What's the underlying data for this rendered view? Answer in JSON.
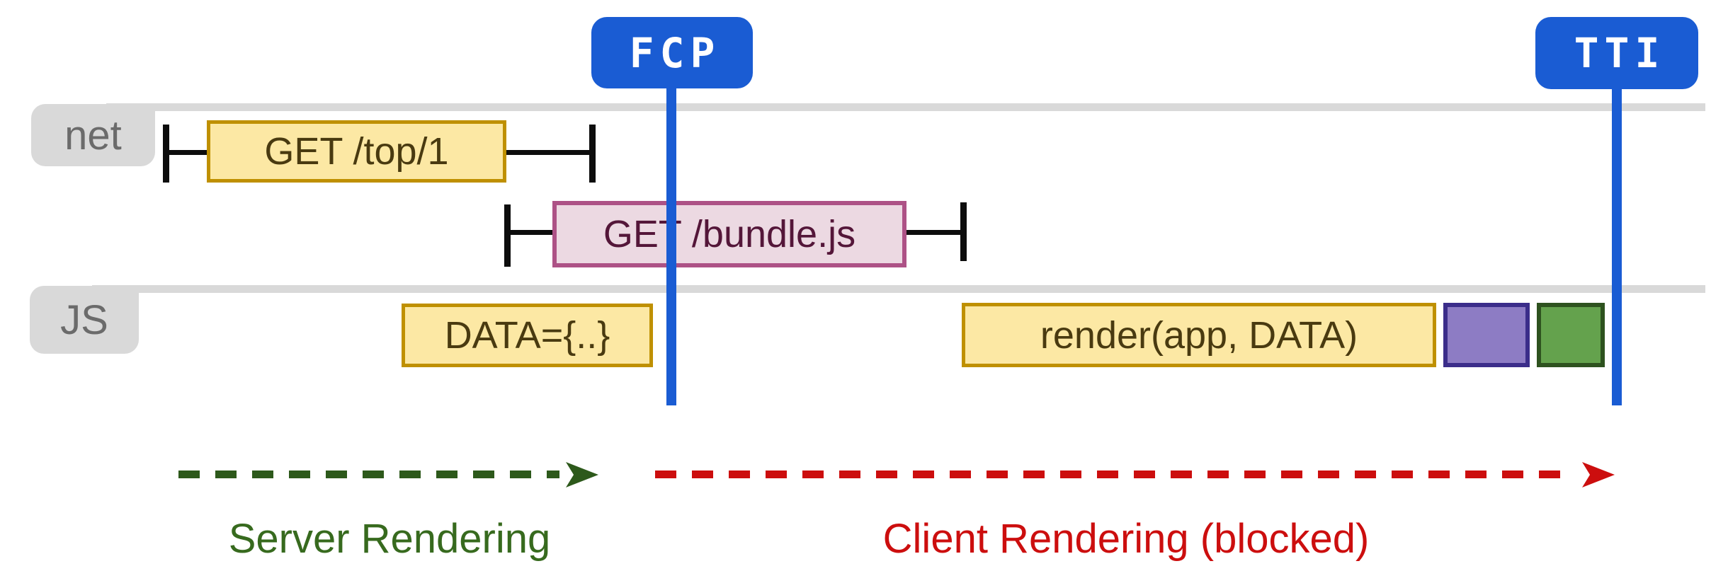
{
  "background": "#ffffff",
  "markers": {
    "fcp": {
      "label": "FCP",
      "color": "#1a5cd3",
      "text_color": "#ffffff"
    },
    "tti": {
      "label": "TTI",
      "color": "#1a5cd3",
      "text_color": "#ffffff"
    }
  },
  "lanes": {
    "net": {
      "label": "net"
    },
    "js": {
      "label": "JS"
    }
  },
  "events": {
    "get_top": {
      "label": "GET /top/1",
      "lane": "net",
      "fill": "#fce8a4",
      "border": "#bf9000",
      "text_color": "#493a10"
    },
    "get_bundle": {
      "label": "GET /bundle.js",
      "lane": "net",
      "fill": "#ecd9e2",
      "border": "#ad5286",
      "text_color": "#541639"
    },
    "data_assign": {
      "label": "DATA={..}",
      "lane": "js",
      "fill": "#fce8a4",
      "border": "#bf9000",
      "text_color": "#493a10"
    },
    "render_call": {
      "label": "render(app, DATA)",
      "lane": "js",
      "fill": "#fce8a4",
      "border": "#bf9000",
      "text_color": "#493a10"
    },
    "purple_task": {
      "label": "",
      "lane": "js",
      "fill": "#8d7cc4",
      "border": "#3b2d8a"
    },
    "green_task": {
      "label": "",
      "lane": "js",
      "fill": "#64a24d",
      "border": "#2e521f"
    }
  },
  "phases": {
    "server": {
      "label": "Server Rendering",
      "text_color": "#376a1e",
      "arrow_color": "#2d591b"
    },
    "client": {
      "label": "Client Rendering (blocked)",
      "text_color": "#cc0e0e",
      "arrow_color": "#cc0e0e"
    }
  }
}
